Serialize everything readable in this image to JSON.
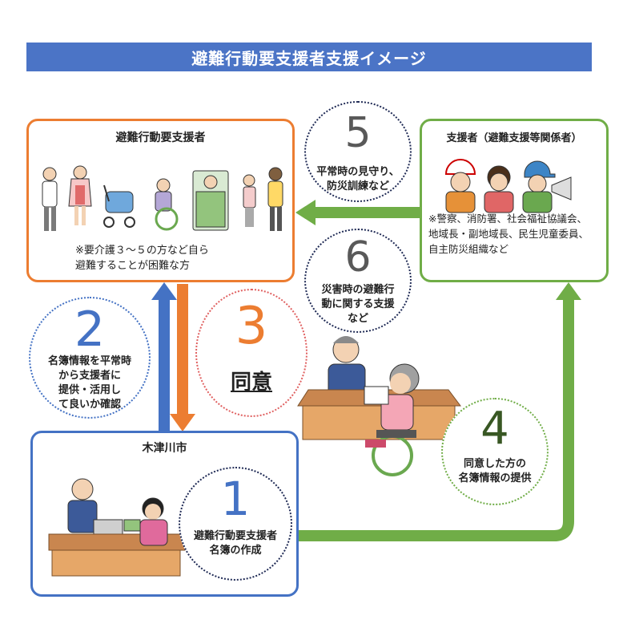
{
  "title": "避難行動要支援者支援イメージ",
  "boxes": {
    "needers": {
      "title": "避難行動要支援者",
      "note_line1": "※要介護３～５の方など自ら",
      "note_line2": "避難することが困難な方"
    },
    "supporters": {
      "title": "支援者（避難支援等関係者）",
      "note_line1": "※警察、消防署、社会福祉協議会、",
      "note_line2": "地域長・副地域長、民生児童委員、",
      "note_line3": "自主防災組織など"
    },
    "city": {
      "title": "木津川市"
    }
  },
  "steps": {
    "s1": {
      "number": "1",
      "line1": "避難行動要支援者",
      "line2": "名簿の作成"
    },
    "s2": {
      "number": "2",
      "line1": "名簿情報を平常時",
      "line2": "から支援者に",
      "line3": "提供・活用し",
      "line4": "て良いか確認"
    },
    "s3": {
      "number": "3",
      "label": "同意"
    },
    "s4": {
      "number": "4",
      "line1": "同意した方の",
      "line2": "名簿情報の提供"
    },
    "s5": {
      "number": "5",
      "line1": "平常時の見守り、",
      "line2": "防災訓練など"
    },
    "s6": {
      "number": "6",
      "line1": "災害時の避難行",
      "line2": "動に関する支援",
      "line3": "など"
    }
  },
  "colors": {
    "banner": "#4b74c6",
    "orange": "#ec7d31",
    "green": "#70ad47",
    "blue": "#4472c4",
    "step_number": "#595959"
  }
}
